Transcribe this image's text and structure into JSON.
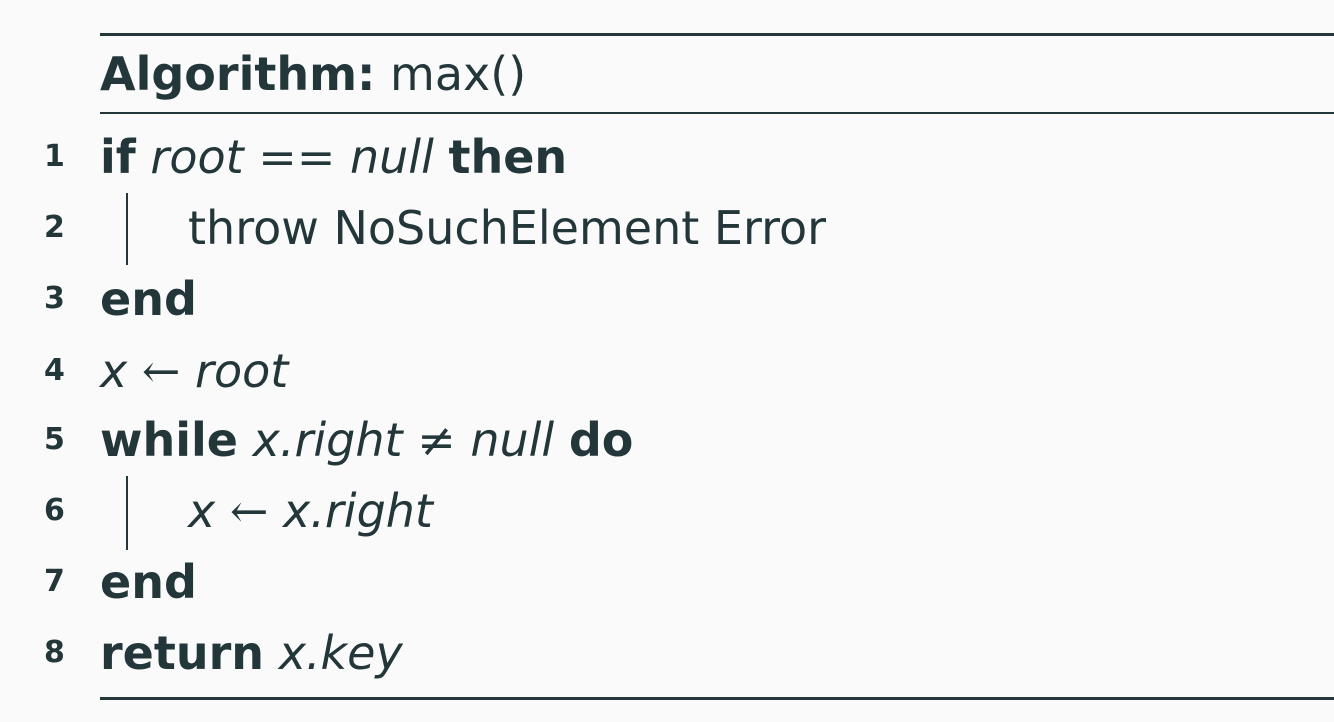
{
  "header": {
    "label": "Algorithm:",
    "name": "max()"
  },
  "lines": [
    {
      "num": "1",
      "kw1": "if",
      "cond_a": "root",
      "op": "==",
      "cond_b": "null",
      "kw2": "then"
    },
    {
      "num": "2",
      "text": "throw NoSuchElement Error"
    },
    {
      "num": "3",
      "kw": "end"
    },
    {
      "num": "4",
      "lhs": "x",
      "op": "←",
      "rhs": "root"
    },
    {
      "num": "5",
      "kw1": "while",
      "cond_a": "x.right",
      "op": "≠",
      "cond_b": "null",
      "kw2": "do"
    },
    {
      "num": "6",
      "lhs": "x",
      "op": "←",
      "rhs": "x.right"
    },
    {
      "num": "7",
      "kw": "end"
    },
    {
      "num": "8",
      "kw": "return",
      "val": "x.key"
    }
  ]
}
